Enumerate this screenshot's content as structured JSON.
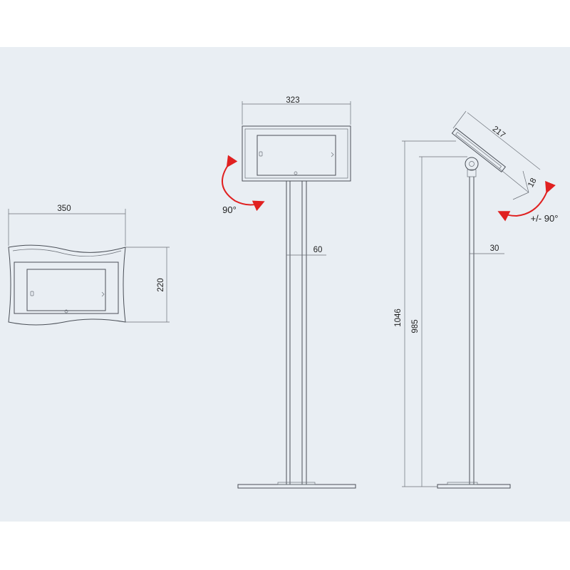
{
  "colors": {
    "background_band": "#e9eef3",
    "outline": "#4a4f57",
    "arrow": "#e02020"
  },
  "top_view": {
    "width_label": "350",
    "depth_label": "220"
  },
  "front_view": {
    "width_label": "323",
    "pole_label": "60",
    "rotation_label": "90°"
  },
  "side_view": {
    "panel_length_label": "217",
    "panel_thickness_label": "18",
    "total_height_label": "1046",
    "pole_height_label": "985",
    "pole_width_label": "30",
    "tilt_label": "+/- 90°"
  }
}
